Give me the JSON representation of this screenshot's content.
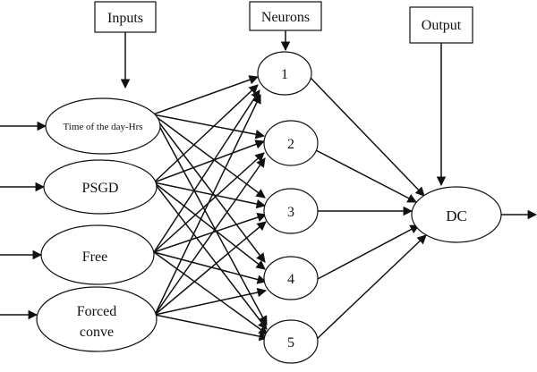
{
  "header_boxes": {
    "inputs": "Inputs",
    "neurons": "Neurons",
    "output": "Output"
  },
  "input_nodes": [
    {
      "id": "in1",
      "lines": [
        "Time of the day-Hrs"
      ]
    },
    {
      "id": "in2",
      "lines": [
        "PSGD"
      ]
    },
    {
      "id": "in3",
      "lines": [
        "Free"
      ]
    },
    {
      "id": "in4",
      "lines": [
        "Forced",
        "conve"
      ]
    }
  ],
  "hidden_nodes": [
    {
      "id": "h1",
      "label": "1"
    },
    {
      "id": "h2",
      "label": "2"
    },
    {
      "id": "h3",
      "label": "3"
    },
    {
      "id": "h4",
      "label": "4"
    },
    {
      "id": "h5",
      "label": "5"
    }
  ],
  "output_node": {
    "id": "out",
    "label": "DC"
  },
  "connections": {
    "inputs_to_hidden": "fully-connected",
    "hidden_to_output": "fully-connected"
  }
}
